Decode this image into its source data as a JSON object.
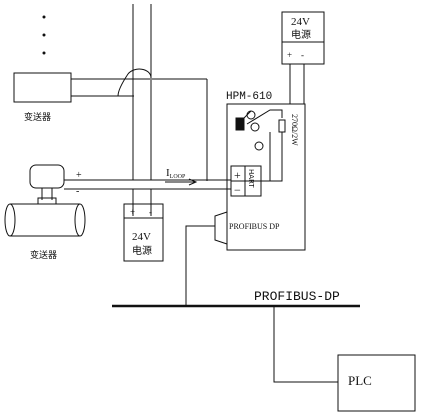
{
  "power_supply_top": {
    "voltage": "24V",
    "name": "电源",
    "plus": "+",
    "minus": "-"
  },
  "power_supply_bottom": {
    "voltage": "24V",
    "name": "电源",
    "plus": "+",
    "minus": "-"
  },
  "transmitter_top": {
    "label": "变送器"
  },
  "transmitter_bottom": {
    "label": "变送器"
  },
  "wire_marks": {
    "plus": "+",
    "minus": "-"
  },
  "loop_current": {
    "symbol": "I",
    "subscript": "LOOP"
  },
  "module": {
    "title": "HPM-610",
    "resistor": "270Ω/2W",
    "hart": "HART",
    "plus": "+",
    "minus": "−",
    "bus_port": "PROFIBUS DP"
  },
  "bus": {
    "label": "PROFIBUS-DP"
  },
  "plc": {
    "label": "PLC"
  },
  "colors": {
    "line": "#111111",
    "background": "#ffffff"
  }
}
